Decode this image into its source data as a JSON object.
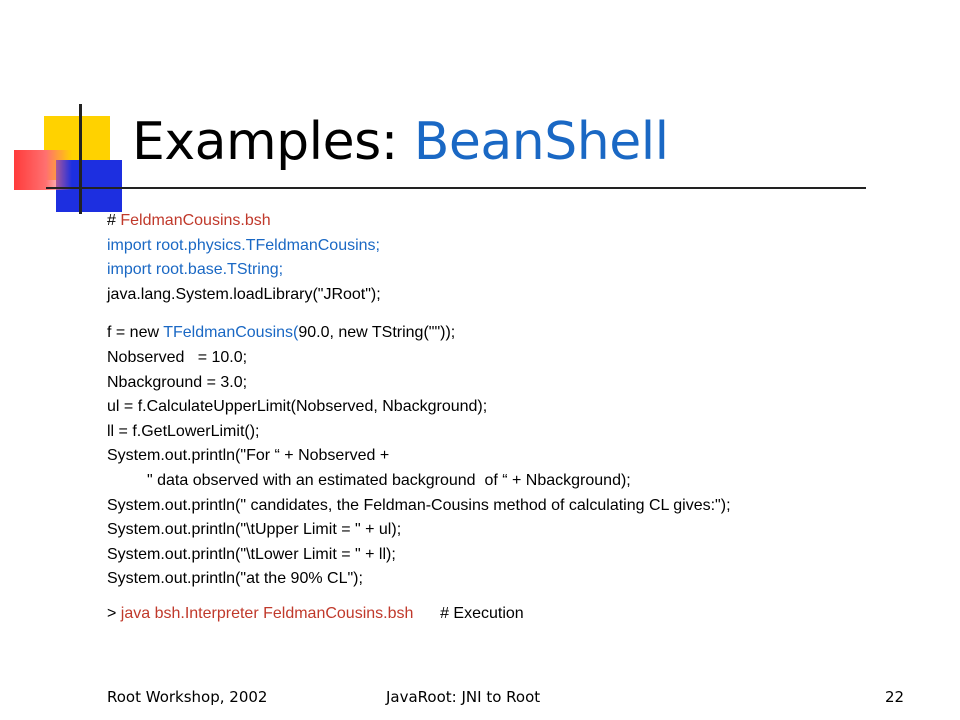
{
  "title": {
    "plain": "Examples: ",
    "highlight": "BeanShell"
  },
  "code": {
    "comment_prefix": "# ",
    "comment_file": "FeldmanCousins.bsh",
    "import1": "import root.physics.TFeldmanCousins;",
    "import2": "import root.base.TString;",
    "loadlib": "java.lang.System.loadLibrary(\"JRoot\");",
    "new_prefix": "f = new ",
    "new_highlight": "TFeldmanCousins(",
    "new_suffix": "90.0, new TString(\"\"));",
    "nobs": "Nobserved   = 10.0;",
    "nback": "Nbackground = 3.0;",
    "ul": "ul = f.CalculateUpperLimit(Nobserved, Nbackground);",
    "ll": "ll = f.GetLowerLimit();",
    "print1": "System.out.println(\"For “ + Nobserved +",
    "print1_cont": "         \" data observed with an estimated background  of “ + Nbackground);",
    "print2": "System.out.println(\" candidates, the Feldman-Cousins method of calculating CL gives:\");",
    "print3": "System.out.println(\"\\tUpper Limit = \" + ul);",
    "print4": "System.out.println(\"\\tLower Limit = \" + ll);",
    "print5": "System.out.println(\"at the 90% CL\");",
    "exec_prefix": "> ",
    "exec_command": "java bsh.Interpreter FeldmanCousins.bsh",
    "exec_comment": "      # Execution"
  },
  "footer": {
    "left": "Root Workshop, 2002",
    "center": "JavaRoot: JNI to Root",
    "right": "22"
  },
  "colors": {
    "accent": "#1a68c4",
    "code_highlight": "#c0392b"
  }
}
